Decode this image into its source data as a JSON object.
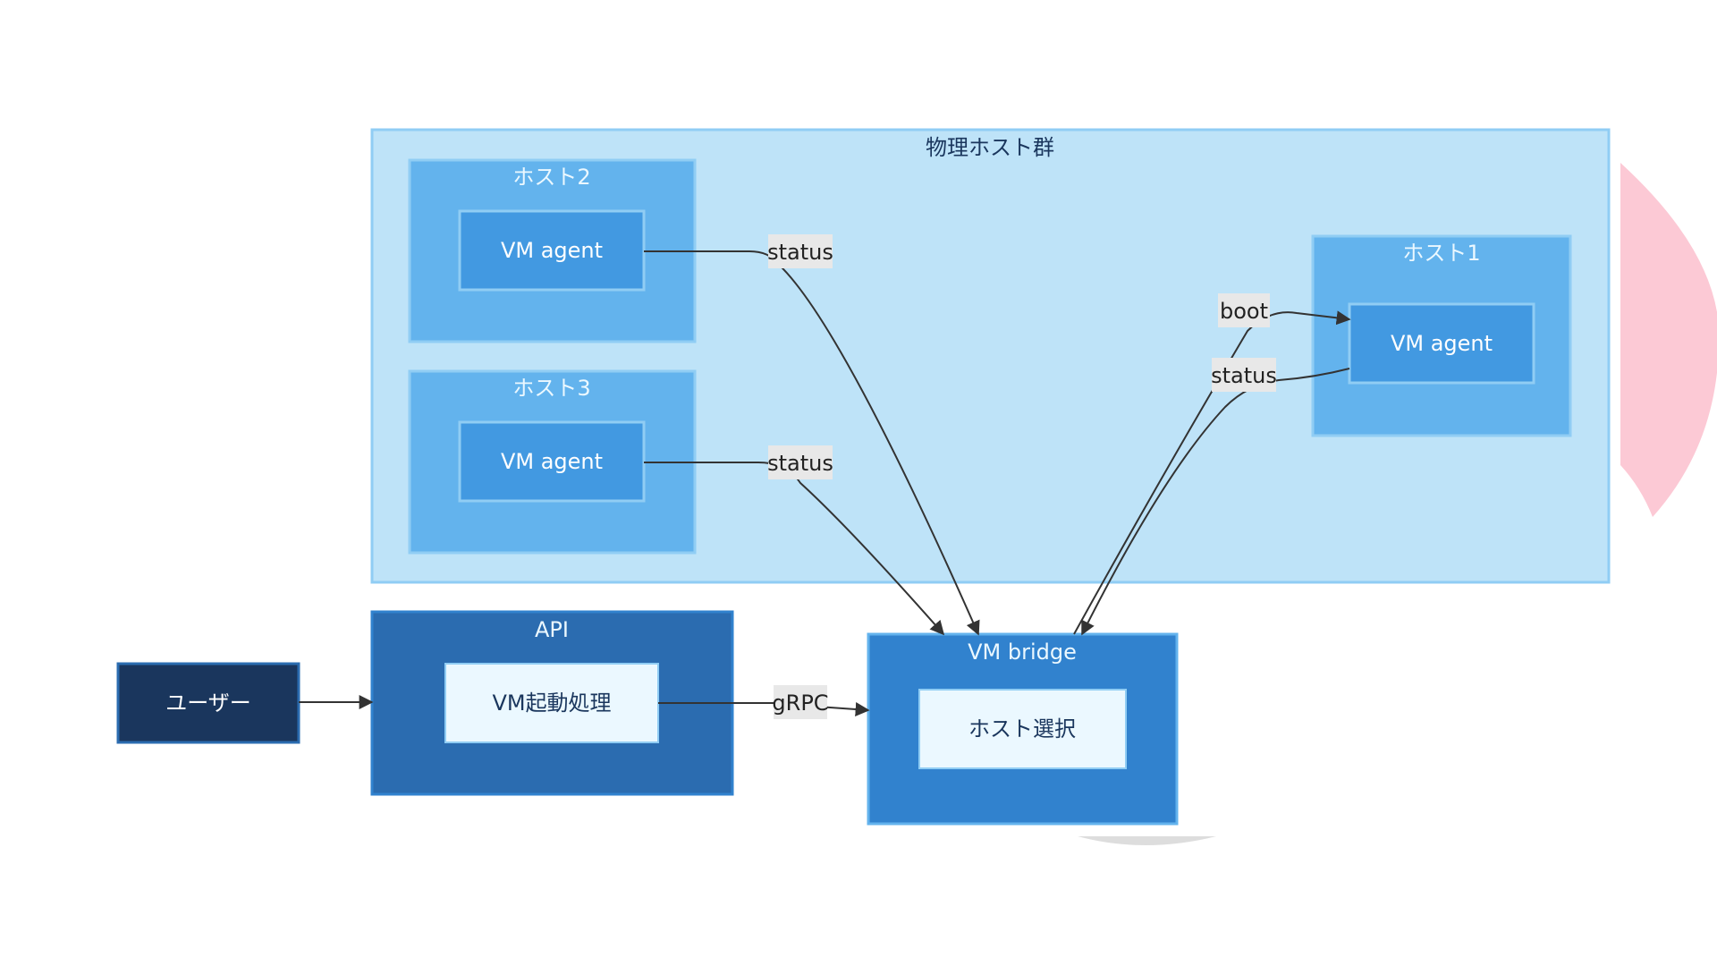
{
  "diagram": {
    "groups": {
      "physical_hosts": {
        "title": "物理ホスト群"
      },
      "host2": {
        "title": "ホスト2"
      },
      "host3": {
        "title": "ホスト3"
      },
      "host1": {
        "title": "ホスト1"
      },
      "api": {
        "title": "API"
      },
      "vm_bridge": {
        "title": "VM bridge"
      }
    },
    "nodes": {
      "host2_agent": {
        "label": "VM agent"
      },
      "host3_agent": {
        "label": "VM agent"
      },
      "host1_agent": {
        "label": "VM agent"
      },
      "user": {
        "label": "ユーザー"
      },
      "vm_boot": {
        "label": "VM起動処理"
      },
      "host_select": {
        "label": "ホスト選択"
      }
    },
    "edges": {
      "host2_status": {
        "label": "status"
      },
      "host3_status": {
        "label": "status"
      },
      "host1_boot": {
        "label": "boot"
      },
      "host1_status": {
        "label": "status"
      },
      "grpc": {
        "label": "gRPC"
      }
    },
    "colors": {
      "outer_cluster": "#bee3f8",
      "outer_border": "#90cdf4",
      "host_cluster": "#63b3ed",
      "agent_node": "#4299e1",
      "api_cluster": "#2b6cb0",
      "bridge_cluster": "#3182ce",
      "user_node": "#1a365d",
      "light_node": "#ebf8ff",
      "edge": "#333333",
      "edge_label_bg": "#e8e8e8",
      "decor_pink": "#fcc9d5",
      "decor_gray": "#dddddd"
    }
  }
}
